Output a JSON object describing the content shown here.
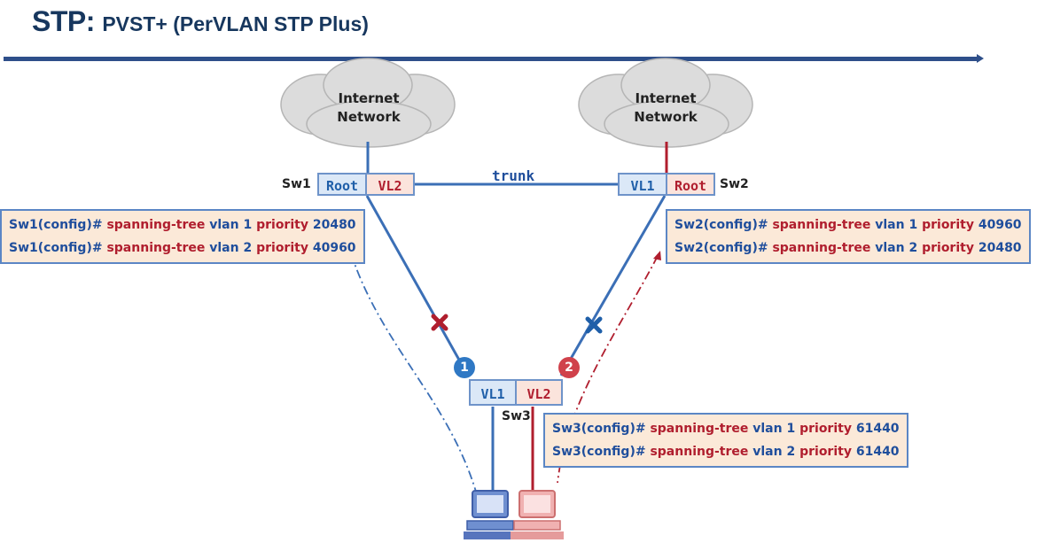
{
  "title": {
    "main": "STP:",
    "sub": "PVST+ (PerVLAN STP Plus)"
  },
  "clouds": [
    {
      "line1": "Internet",
      "line2": "Network"
    },
    {
      "line1": "Internet",
      "line2": "Network"
    }
  ],
  "switches": {
    "sw1": {
      "label": "Sw1",
      "cells": [
        "Root",
        "VL2"
      ]
    },
    "sw2": {
      "label": "Sw2",
      "cells": [
        "VL1",
        "Root"
      ]
    },
    "sw3": {
      "label": "Sw3",
      "cells": [
        "VL1",
        "VL2"
      ]
    }
  },
  "trunk_label": "trunk",
  "badges": [
    "1",
    "2"
  ],
  "commands": {
    "sw1": [
      {
        "prefix": "Sw1(config)#",
        "cmd": "spanning-tree",
        "vlan": "vlan 1",
        "prio": "priority",
        "value": "20480"
      },
      {
        "prefix": "Sw1(config)#",
        "cmd": "spanning-tree",
        "vlan": "vlan 2",
        "prio": "priority",
        "value": "40960"
      }
    ],
    "sw2": [
      {
        "prefix": "Sw2(config)#",
        "cmd": "spanning-tree",
        "vlan": "vlan 1",
        "prio": "priority",
        "value": "40960"
      },
      {
        "prefix": "Sw2(config)#",
        "cmd": "spanning-tree",
        "vlan": "vlan 2",
        "prio": "priority",
        "value": "20480"
      }
    ],
    "sw3": [
      {
        "prefix": "Sw3(config)#",
        "cmd": "spanning-tree",
        "vlan": "vlan 1",
        "prio": "priority",
        "value": "61440"
      },
      {
        "prefix": "Sw3(config)#",
        "cmd": "spanning-tree",
        "vlan": "vlan 2",
        "prio": "priority",
        "value": "61440"
      }
    ]
  },
  "colors": {
    "vlan1": "#3b6fb6",
    "vlan2": "#b01e2e",
    "title": "#17375e"
  }
}
